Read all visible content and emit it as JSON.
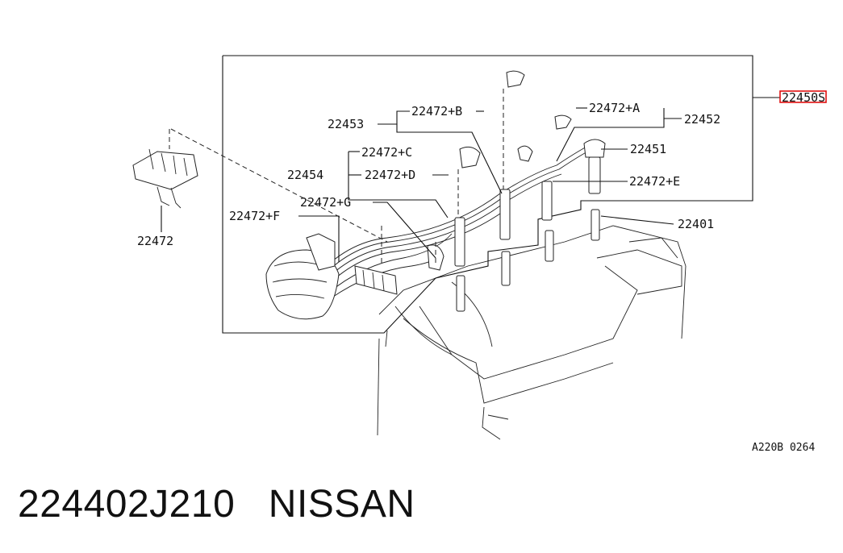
{
  "callouts": {
    "assembly": "22450S",
    "main_set": "22453",
    "clamp_b": "22472+B",
    "clamp_a": "22472+A",
    "cable_52": "22452",
    "cable_51": "22451",
    "clamp_c": "22472+C",
    "cable_54": "22454",
    "clamp_d": "22472+D",
    "clamp_e": "22472+E",
    "clamp_g": "22472+G",
    "clamp_f": "22472+F",
    "spark_plug": "22401",
    "bracket": "22472"
  },
  "diagram_code": "A220B 0264",
  "caption": {
    "part_number": "224402J210",
    "brand": "NISSAN"
  },
  "highlight_color": "#e01010"
}
